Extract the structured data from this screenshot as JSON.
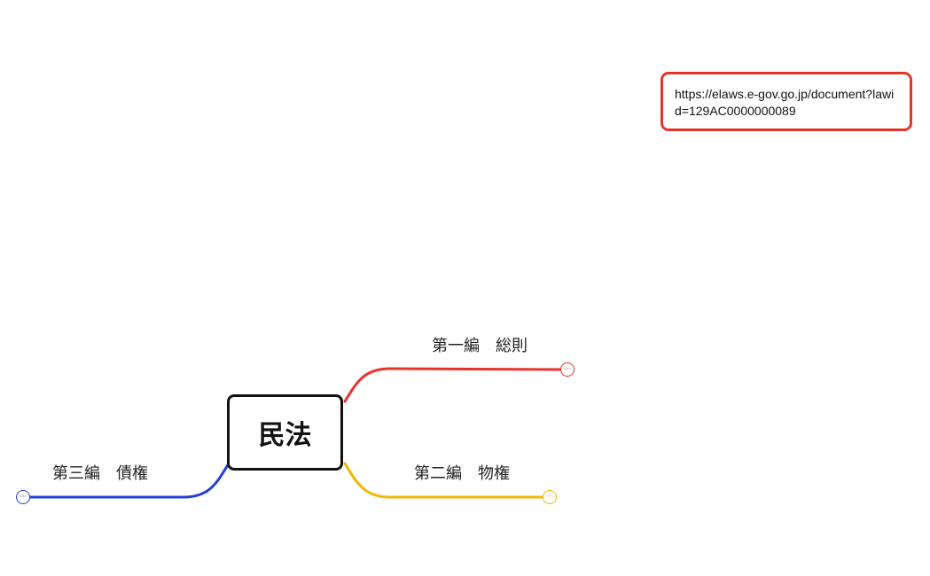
{
  "root": {
    "label": "民法"
  },
  "topics": [
    {
      "id": "book1",
      "label": "第一編　総則",
      "color": "#e8332a",
      "side": "right"
    },
    {
      "id": "book2",
      "label": "第二編　物権",
      "color": "#f2b705",
      "side": "right"
    },
    {
      "id": "book3",
      "label": "第三編　債権",
      "color": "#2340d6",
      "side": "left"
    }
  ],
  "collapse_glyph": "···",
  "link_note": {
    "text": "https://elaws.e-gov.go.jp/document?lawid=129AC0000000089",
    "color": "#e8332a"
  }
}
